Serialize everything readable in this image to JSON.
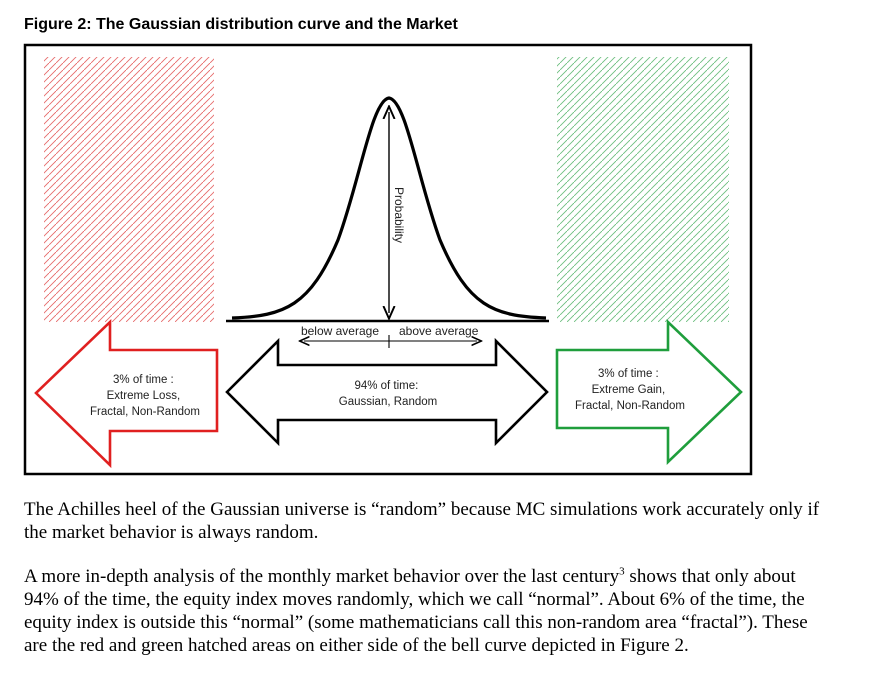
{
  "figure": {
    "caption": "Figure 2: The Gaussian distribution curve and the Market",
    "y_axis_label": "Probability",
    "below_label": "below average",
    "above_label": "above average",
    "left_arrow": [
      "3% of time :",
      "Extreme Loss,",
      "Fractal, Non-Random"
    ],
    "center_arrow": [
      "94% of time:",
      "Gaussian, Random"
    ],
    "right_arrow": [
      "3% of time :",
      "Extreme Gain,",
      "Fractal, Non-Random"
    ],
    "colors": {
      "loss": "#e02020",
      "gain": "#1f9e3c",
      "neutral": "#000000"
    }
  },
  "body": {
    "p1": "The Achilles heel of the Gaussian universe is “random” because MC simulations work accurately only if the market behavior is always random.",
    "p2_before": "A more in-depth analysis of the monthly market behavior over the last century",
    "p2_sup": "3",
    "p2_after": " shows that only about 94% of the time, the equity index moves randomly, which we call “normal”. About 6% of the time, the equity index is outside this “normal” (some mathematicians call this non-random area “fractal”). These are the red and green hatched areas on either side of the bell curve depicted in Figure 2."
  }
}
